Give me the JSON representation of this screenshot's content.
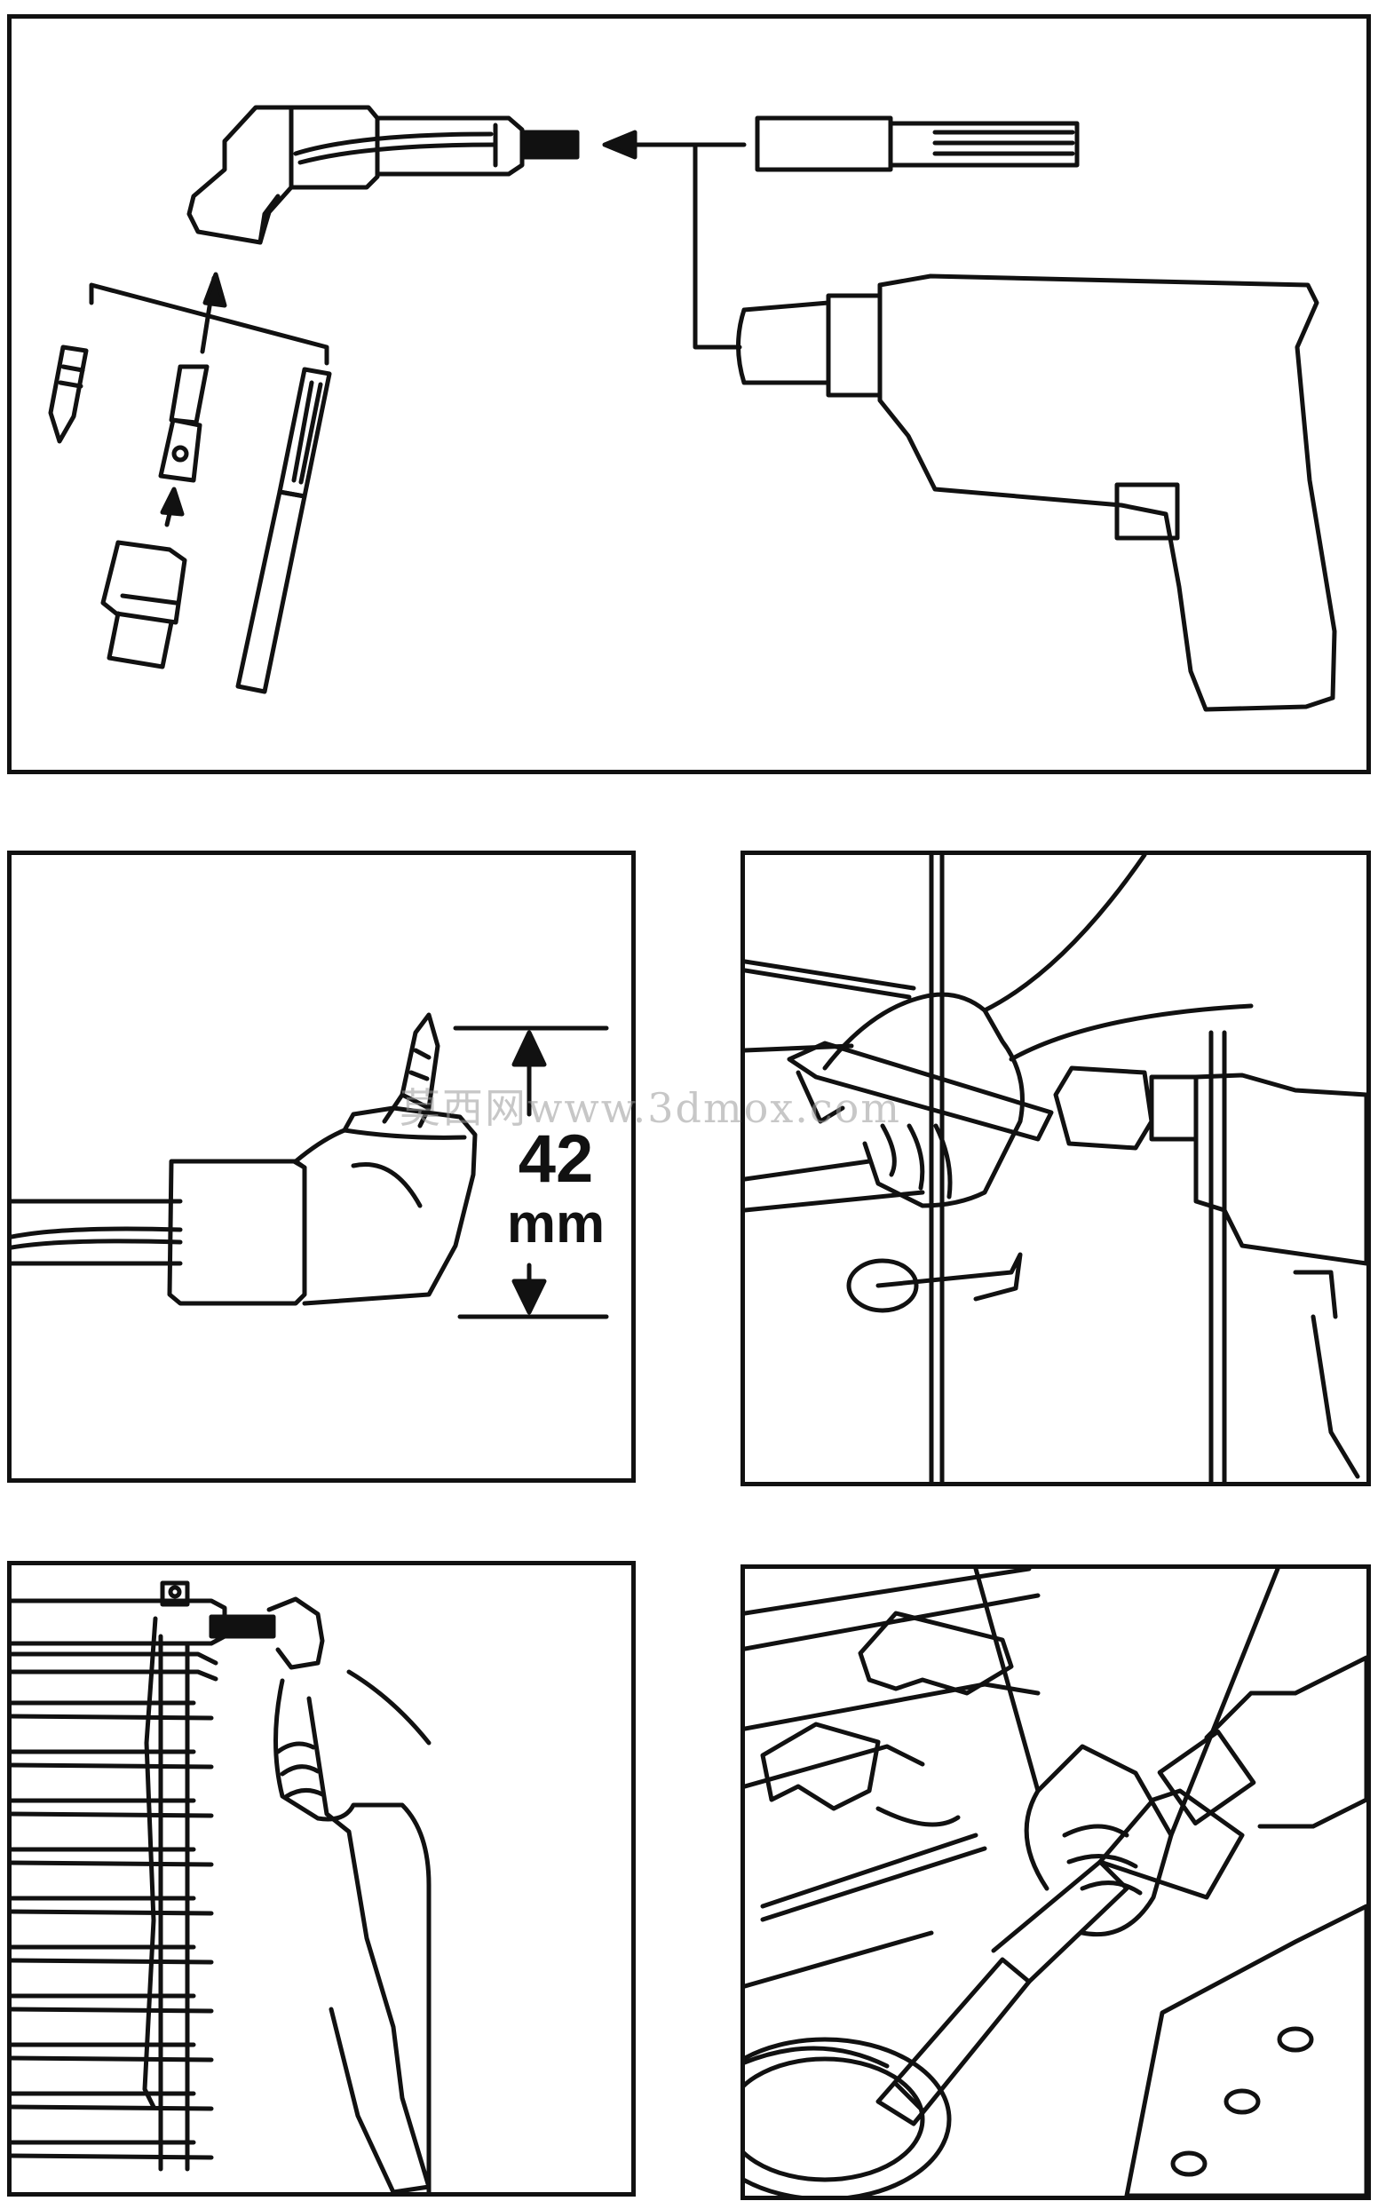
{
  "steps": {
    "height_callout": {
      "value": "42",
      "unit": "mm"
    }
  },
  "watermark": "莫西网www.3dmox.com",
  "colors": {
    "ink": "#111111",
    "paper": "#ffffff",
    "watermark": "#9a9a9a"
  },
  "icons": [
    "angle-drive-head-icon",
    "drill-icon",
    "screwdriver-bit-icon",
    "hex-shaft-icon",
    "socket-adapter-icon",
    "extension-rod-icon",
    "hand-icon",
    "venetian-blind-icon"
  ]
}
